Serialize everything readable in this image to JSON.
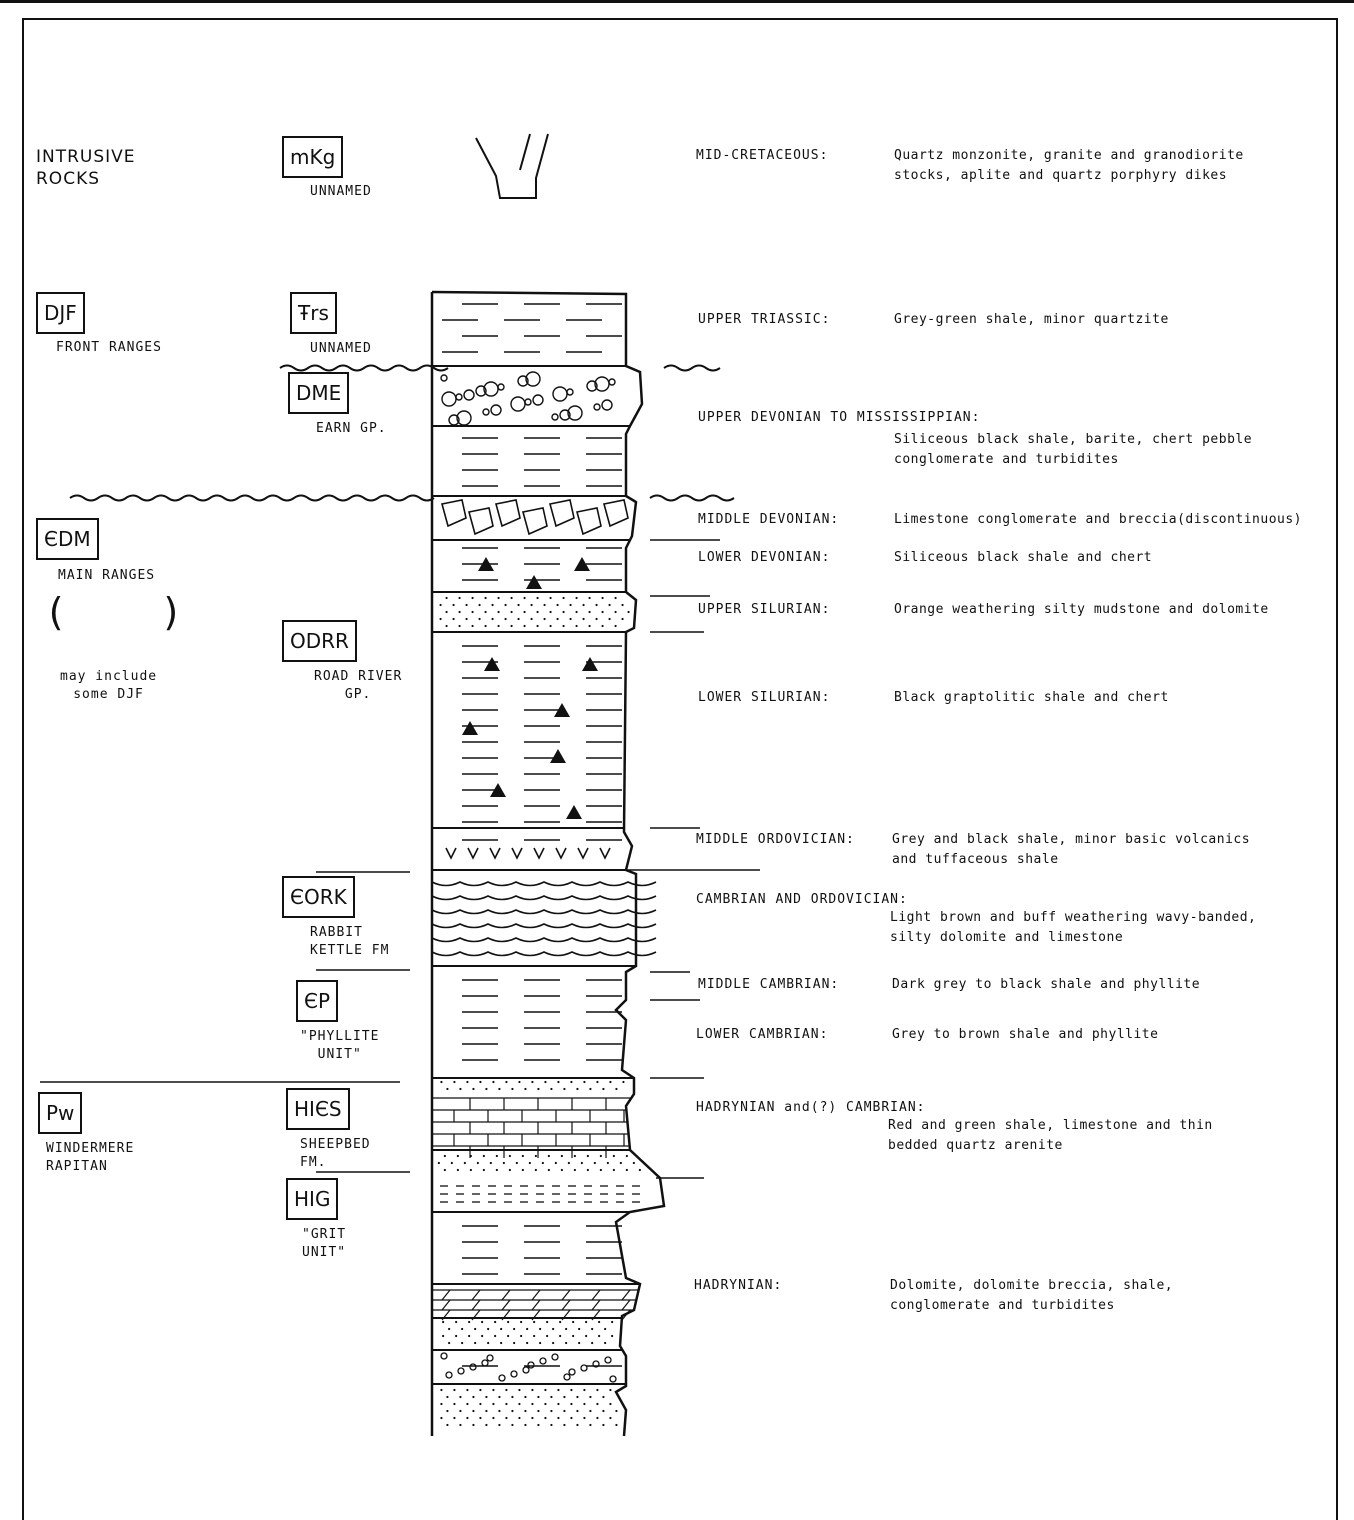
{
  "left_column": {
    "intrusive": "INTRUSIVE\nROCKS",
    "djf_code": "DJF",
    "djf_label": "FRONT RANGES",
    "cdm_code": "ЄDM",
    "cdm_label": "MAIN RANGES",
    "cdm_note": "may include\nsome DJF",
    "pw_code": "Pw",
    "pw_label": "WINDERMERE\nRAPITAN"
  },
  "units": [
    {
      "code": "mKg",
      "label": "UNNAMED"
    },
    {
      "code": "Ŧrs",
      "label": "UNNAMED"
    },
    {
      "code": "DME",
      "label": "EARN GP."
    },
    {
      "code": "ODRR",
      "label": "ROAD RIVER\nGP."
    },
    {
      "code": "ЄORK",
      "label": "RABBIT\nKETTLE FM"
    },
    {
      "code": "ЄP",
      "label": "\"PHYLLITE\nUNIT\""
    },
    {
      "code": "HIЄS",
      "label": "SHEEPBED\nFM."
    },
    {
      "code": "HIG",
      "label": "\"GRIT\nUNIT\""
    }
  ],
  "ages": [
    {
      "age": "MID-CRETACEOUS:",
      "desc": "Quartz monzonite, granite and granodiorite\nstocks, aplite and quartz porphyry dikes"
    },
    {
      "age": "UPPER TRIASSIC:",
      "desc": "Grey-green shale, minor quartzite"
    },
    {
      "age": "UPPER DEVONIAN TO MISSISSIPPIAN:",
      "desc": "Siliceous black shale, barite, chert pebble\nconglomerate and turbidites"
    },
    {
      "age": "MIDDLE DEVONIAN:",
      "desc": "Limestone conglomerate and breccia(discontinuous)"
    },
    {
      "age": "LOWER DEVONIAN:",
      "desc": "Siliceous black shale and chert"
    },
    {
      "age": "UPPER SILURIAN:",
      "desc": "Orange weathering silty mudstone and dolomite"
    },
    {
      "age": "LOWER SILURIAN:",
      "desc": "Black graptolitic shale and chert"
    },
    {
      "age": "MIDDLE ORDOVICIAN:",
      "desc": "Grey and black shale, minor basic volcanics\nand tuffaceous shale"
    },
    {
      "age": "CAMBRIAN AND ORDOVICIAN:",
      "desc": "Light brown and buff weathering wavy-banded,\nsilty dolomite and limestone"
    },
    {
      "age": "MIDDLE CAMBRIAN:",
      "desc": "Dark grey to black shale and phyllite"
    },
    {
      "age": "LOWER CAMBRIAN:",
      "desc": "Grey to brown shale and phyllite"
    },
    {
      "age": "HADRYNIAN and(?) CAMBRIAN:",
      "desc": "Red and green shale, limestone and thin\nbedded quartz arenite"
    },
    {
      "age": "HADRYNIAN:",
      "desc": "Dolomite, dolomite breccia, shale,\nconglomerate and turbidites"
    }
  ]
}
